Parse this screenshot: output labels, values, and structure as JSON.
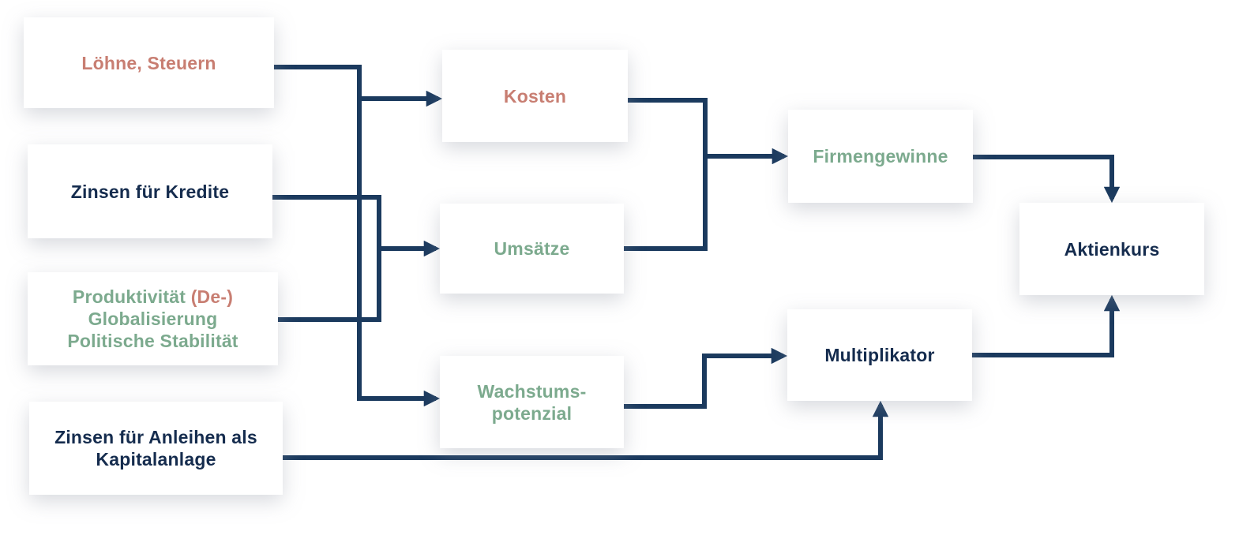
{
  "diagram": {
    "type": "flowchart",
    "language": "de",
    "colors": {
      "navy": "#152c4e",
      "salmon": "#c87e72",
      "green": "#7caa8e",
      "line": "#1b3a5e",
      "box": "#ffffff",
      "background": "#ffffff"
    },
    "nodes": {
      "loehne": {
        "label": "Löhne, Steuern"
      },
      "zinsen_kredite": {
        "label": "Zinsen für Kredite"
      },
      "produktivitaet": {
        "line1_green": "Produktivität ",
        "line1_salmon": "(De-)",
        "line2": "Globalisierung",
        "line3": "Politische Stabilität"
      },
      "zinsen_anleihen": {
        "line1": "Zinsen für Anleihen als",
        "line2": "Kapitalanlage"
      },
      "kosten": {
        "label": "Kosten"
      },
      "umsaetze": {
        "label": "Umsätze"
      },
      "wachstumspotenzial": {
        "line1": "Wachstums-",
        "line2": "potenzial"
      },
      "firmengewinne": {
        "label": "Firmengewinne"
      },
      "multiplikator": {
        "label": "Multiplikator"
      },
      "aktienkurs": {
        "label": "Aktienkurs"
      }
    },
    "edges": [
      {
        "sources": [
          "loehne",
          "zinsen_kredite",
          "produktivitaet"
        ],
        "targets": [
          "kosten",
          "umsaetze",
          "wachstumspotenzial"
        ]
      },
      {
        "sources": [
          "kosten",
          "umsaetze"
        ],
        "targets": [
          "firmengewinne"
        ]
      },
      {
        "sources": [
          "wachstumspotenzial",
          "zinsen_anleihen"
        ],
        "targets": [
          "multiplikator"
        ]
      },
      {
        "sources": [
          "firmengewinne",
          "multiplikator"
        ],
        "targets": [
          "aktienkurs"
        ]
      }
    ]
  }
}
